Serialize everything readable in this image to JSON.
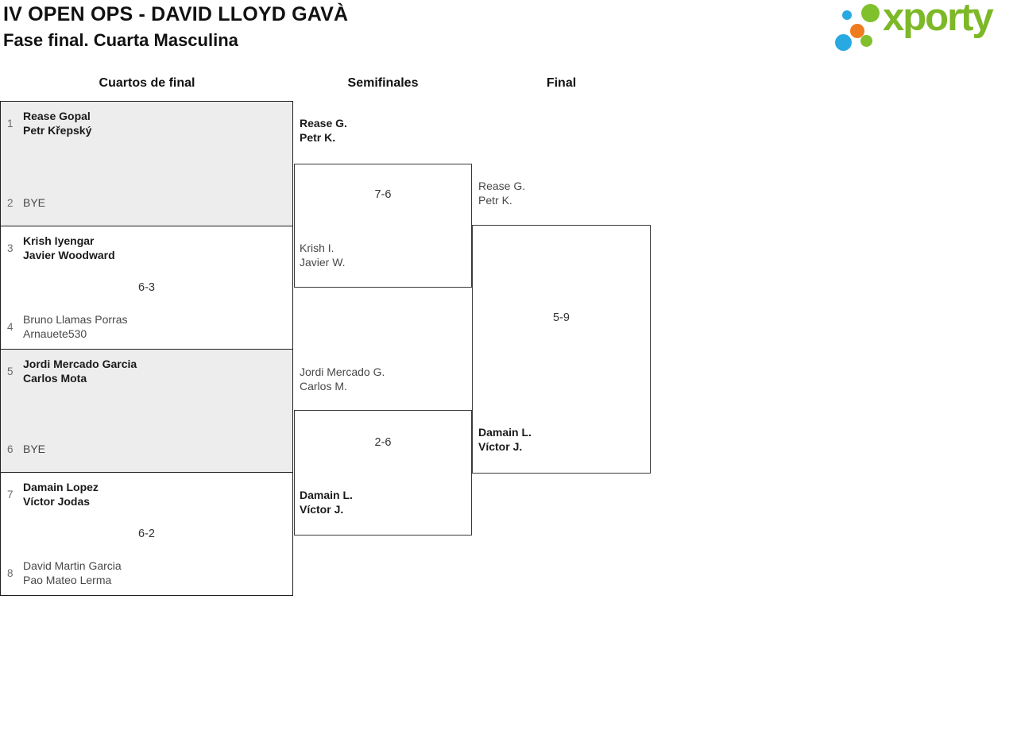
{
  "page": {
    "title": "IV OPEN OPS - DAVID LLOYD GAVÀ",
    "subtitle": "Fase final. Cuarta Masculina"
  },
  "logo": {
    "text": "xporty"
  },
  "colors": {
    "logo_green": "#7cb827",
    "logo_blue": "#29a9e1",
    "logo_orange": "#ee7b1e",
    "bye_box_gray": "#ededed",
    "border_dark": "#1f1f1f"
  },
  "rounds": {
    "r1": "Cuartos de final",
    "r2": "Semifinales",
    "r3": "Final"
  },
  "qf": [
    {
      "seed_a": "1",
      "a1": "Rease Gopal",
      "a2": "Petr Křepský",
      "a_winner": true,
      "score": "",
      "seed_b": "2",
      "b1": "BYE",
      "b_winner": false
    },
    {
      "seed_a": "3",
      "a1": "Krish Iyengar",
      "a2": "Javier Woodward",
      "a_winner": true,
      "score": "6-3",
      "seed_b": "4",
      "b1": "Bruno Llamas Porras",
      "b2": "Arnauete530",
      "b_winner": false
    },
    {
      "seed_a": "5",
      "a1": "Jordi Mercado Garcia",
      "a2": "Carlos Mota",
      "a_winner": true,
      "score": "",
      "seed_b": "6",
      "b1": "BYE",
      "b_winner": false
    },
    {
      "seed_a": "7",
      "a1": "Damain Lopez",
      "a2": "Víctor Jodas",
      "a_winner": true,
      "score": "6-2",
      "seed_b": "8",
      "b1": "David Martin Garcia",
      "b2": "Pao Mateo Lerma",
      "b_winner": false
    }
  ],
  "sf": [
    {
      "a1": "Rease G.",
      "a2": "Petr K.",
      "a_winner": true,
      "score": "7-6",
      "b1": "Krish I.",
      "b2": "Javier W.",
      "b_winner": false
    },
    {
      "a1": "Jordi Mercado G.",
      "a2": "Carlos M.",
      "a_winner": false,
      "score": "2-6",
      "b1": "Damain L.",
      "b2": "Víctor J.",
      "b_winner": true
    }
  ],
  "final": {
    "a1": "Rease G.",
    "a2": "Petr K.",
    "a_winner": false,
    "score": "5-9",
    "b1": "Damain L.",
    "b2": "Víctor J.",
    "b_winner": true
  }
}
